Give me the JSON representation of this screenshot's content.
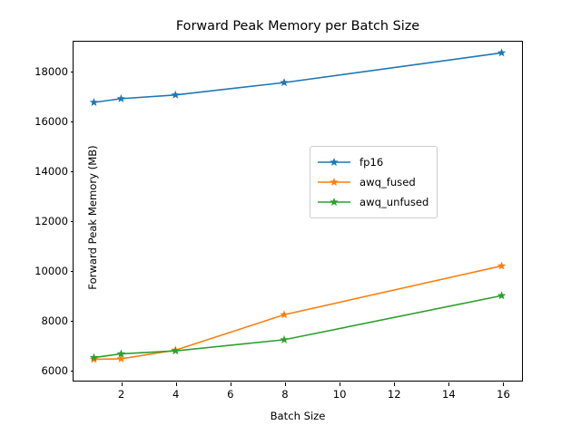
{
  "chart_data": {
    "type": "line",
    "title": "Forward Peak Memory per Batch Size",
    "xlabel": "Batch Size",
    "ylabel": "Forward Peak Memory (MB)",
    "x": [
      1,
      2,
      4,
      8,
      16
    ],
    "xlim": [
      0.25,
      16.75
    ],
    "ylim": [
      5520,
      19200
    ],
    "xticks": [
      2,
      4,
      6,
      8,
      10,
      12,
      14,
      16
    ],
    "yticks": [
      6000,
      8000,
      10000,
      12000,
      14000,
      16000,
      18000
    ],
    "grid": false,
    "legend_position": "center right",
    "marker": "star",
    "series": [
      {
        "name": "fp16",
        "color": "#1f77b4",
        "values": [
          16750,
          16900,
          17050,
          17550,
          18750
        ]
      },
      {
        "name": "awq_fused",
        "color": "#ff7f0e",
        "values": [
          6380,
          6400,
          6750,
          8180,
          10150
        ]
      },
      {
        "name": "awq_unfused",
        "color": "#2ca02c",
        "values": [
          6450,
          6600,
          6720,
          7170,
          8950
        ]
      }
    ]
  }
}
